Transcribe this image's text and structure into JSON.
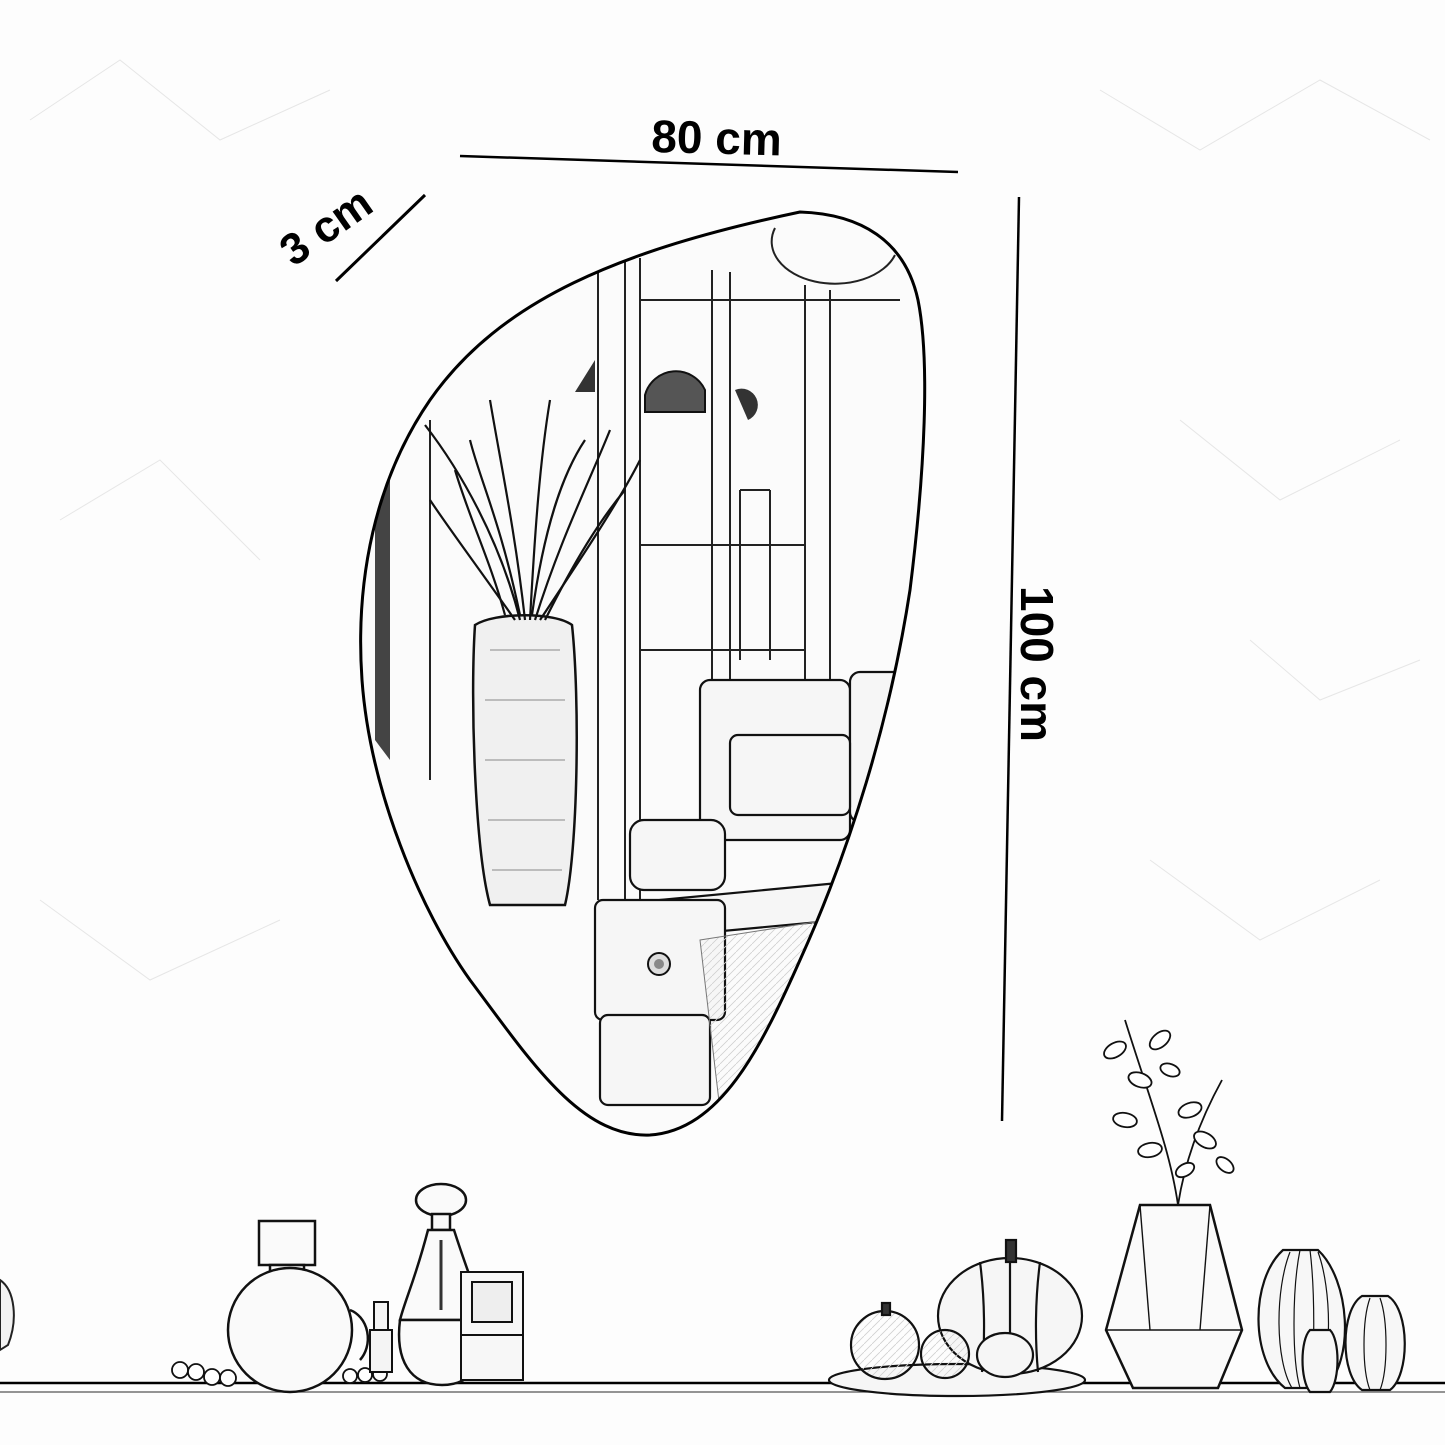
{
  "dimensions": {
    "width_label": "80 cm",
    "depth_label": "3 cm",
    "height_label": "100 cm"
  },
  "colors": {
    "background": "#fdfdfd",
    "ink": "#000000",
    "sketch": "#3a3a3a"
  },
  "icons": {
    "mirror": "asymmetric-mirror-icon",
    "plant": "plant-icon",
    "perfume": "perfume-bottle-icon",
    "pumpkin": "pumpkin-icon",
    "vase": "vase-icon"
  }
}
